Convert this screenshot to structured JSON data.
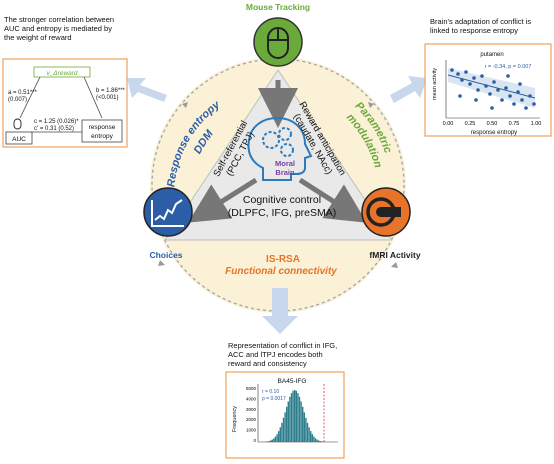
{
  "center": {
    "title_line1": "Moral",
    "title_line2": "Brain",
    "self_ref_line1": "Self-referential",
    "self_ref_line2": "(PCC, TPJ)",
    "reward_line1": "Reward anticipation",
    "reward_line2": "(caudate, NAcc)",
    "control_line1": "Cognitive control",
    "control_line2": "(DLPFC, IFG, preSMA)"
  },
  "nodes": {
    "mouse": "Mouse Tracking",
    "choices": "Choices",
    "fmri": "fMRI Activity"
  },
  "ring": {
    "left_line1": "Response entropy",
    "left_line2": "DDM",
    "right_line1": "Parametric",
    "right_line2": "modulation",
    "bottom_line1": "IS-RSA",
    "bottom_line2": "Functional connectivity"
  },
  "left_panel": {
    "caption_line1": "The stronger correlation between",
    "caption_line2": "AUC and entropy is mediated by",
    "caption_line3": "the weight of reward",
    "mediator": "v_Δreward",
    "a_path_line1": "a = 0.51***",
    "a_path_line2": "(0.007)",
    "b_path_line1": "b = 1.86***",
    "b_path_line2": "(<0.001)",
    "c_path_line1": "c = 1.25 (0.026)*",
    "c_path_line2": "c' = 0.31 (0.52)",
    "x_box": "AUC",
    "y_box_line1": "response",
    "y_box_line2": "entropy"
  },
  "right_panel": {
    "caption_line1": "Brain's adaptation of conflict is",
    "caption_line2": "linked to response entropy",
    "plot_title": "putamen",
    "stat": "r = -0.34, p = 0.007",
    "ylabel": "mean activity",
    "xlabel": "response entropy",
    "xticks": [
      "0.00",
      "0.25",
      "0.50",
      "0.75",
      "1.00"
    ]
  },
  "bottom_panel": {
    "caption_line1": "Representation of conflict in IFG,",
    "caption_line2": "ACC and lTPJ encodes both",
    "caption_line3": "reward and consistency",
    "plot_title": "BA45-IFG",
    "stat_r": "r = 0.10",
    "stat_p": "p = 0.0017",
    "ylabel": "Frequency",
    "yticks": [
      "5000",
      "4000",
      "3000",
      "2000",
      "1000",
      "0"
    ]
  },
  "colors": {
    "ring_fill": "#faf1d6",
    "triangle_fill": "#e9e9e9",
    "arrow_fill": "#c9d7ec",
    "blue": "#2b5ea7",
    "green": "#6aaa3a",
    "orange": "#e8732a",
    "purple": "#7a3fa0",
    "panel_border": "#f0a05a"
  }
}
